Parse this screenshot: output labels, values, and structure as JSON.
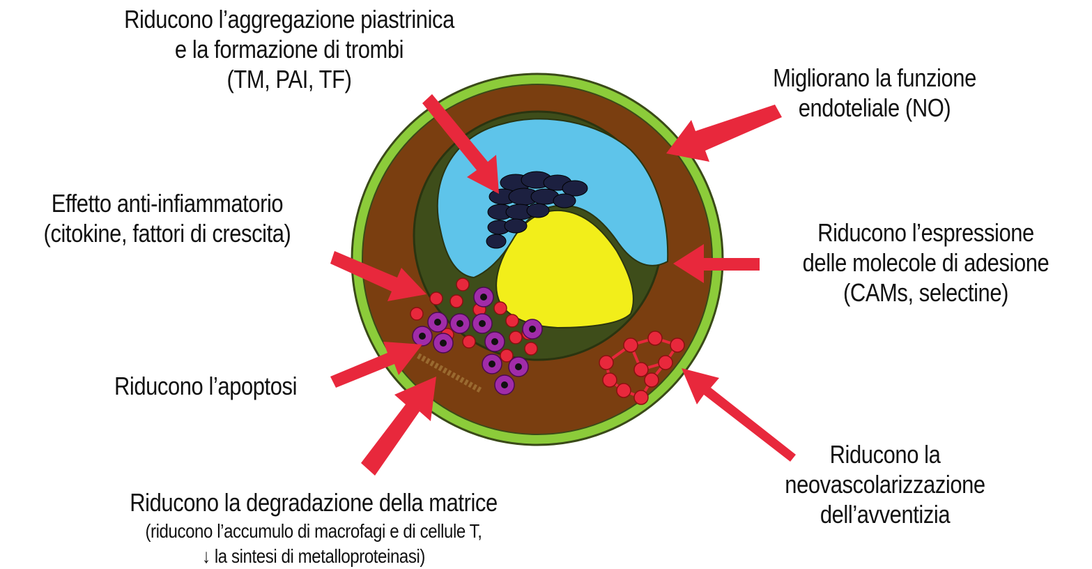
{
  "labels": {
    "platelet": [
      "Riducono l’aggregazione piastrinica",
      "e la formazione di trombi",
      "(TM, PAI, TF)"
    ],
    "endothelial": [
      "Migliorano la funzione",
      "endoteliale (NO)"
    ],
    "antiinflammatory": [
      "Effetto anti-infiammatorio",
      "(citokine, fattori di crescita)"
    ],
    "adhesion": [
      "Riducono l’espressione",
      "delle molecole di adesione",
      "(CAMs, selectine)"
    ],
    "apoptosis": [
      "Riducono l’apoptosi"
    ],
    "matrix": [
      "Riducono la degradazione della matrice",
      "(riducono l’accumulo di macrofagi e di cellule T,",
      "↓ la sintesi di metalloproteinasi)"
    ],
    "neovascular": [
      "Riducono la",
      "neovascolarizzazione",
      "dell’avventizia"
    ]
  },
  "colors": {
    "adventitia": "#8ccc3a",
    "media": "#7a3e10",
    "intima": "#3e4d1a",
    "lumen": "#5ec4ea",
    "lipid_core": "#f2ee1a",
    "thrombus": "#1c2040",
    "arrow": "#e8281c",
    "red_cell": "#e8283c",
    "macrophage_ring": "#a02ca8",
    "macrophage_center": "#111111"
  }
}
